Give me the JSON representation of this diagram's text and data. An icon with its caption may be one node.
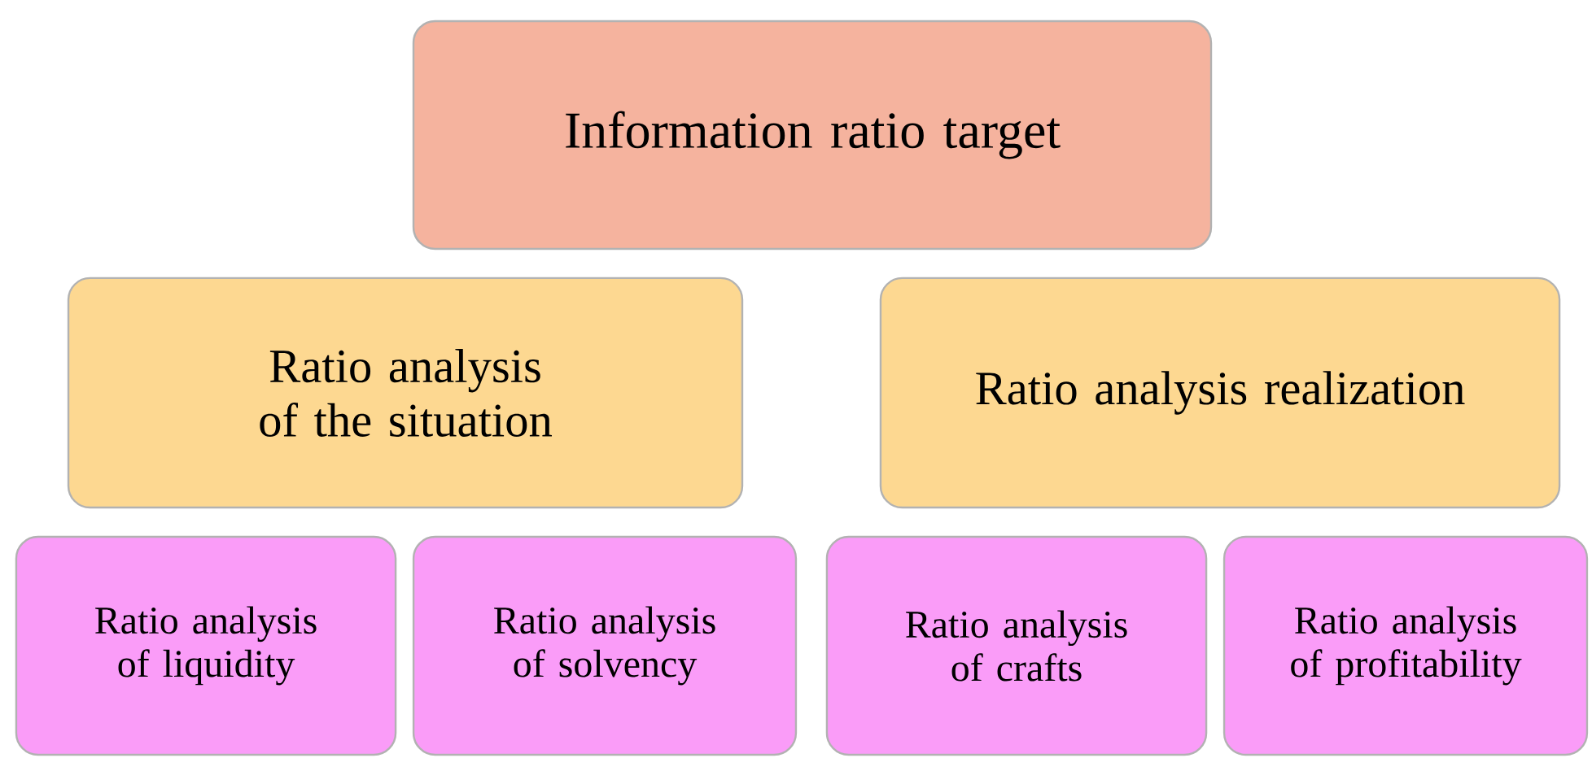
{
  "diagram": {
    "nodes": [
      {
        "text": [
          "Information ratio target"
        ]
      },
      {
        "text": [
          "Ratio analysis of the situation"
        ]
      },
      {
        "text": [
          "Ratio analysis realization"
        ]
      },
      {
        "text": [
          "Ratio analysis of liquidity"
        ]
      },
      {
        "text": [
          "Ratio analysis of solvency"
        ]
      },
      {
        "text": [
          "Ratio analysis of crafts"
        ]
      },
      {
        "text": [
          "Ratio analysis of profitability"
        ]
      }
    ]
  }
}
